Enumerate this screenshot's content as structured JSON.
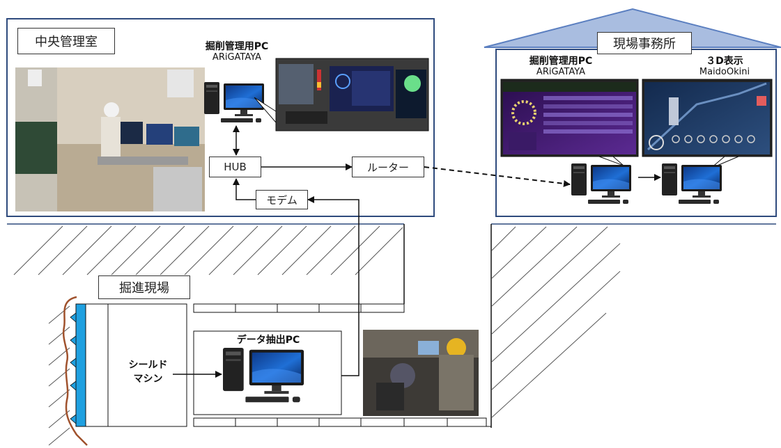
{
  "central_room": {
    "title": "中央管理室",
    "pc_title": "掘削管理用PC",
    "pc_software": "ARiGATAYA",
    "hub": "HUB",
    "router": "ルーター",
    "modem": "モデム"
  },
  "site_office": {
    "title": "現場事務所",
    "pc_title": "掘削管理用PC",
    "pc_software": "ARiGATAYA",
    "display_title": "３D表示",
    "display_software": "MaidoOkini"
  },
  "tunnel": {
    "title": "掘進現場",
    "machine_label": "シールド\nマシン",
    "extract_pc_title": "データ抽出PC"
  },
  "colors": {
    "frame_blue": "#2e4a7d",
    "roof_fill": "#a9bde0",
    "roof_stroke": "#5b7fc0",
    "shield_blue": "#1fa0e0",
    "soil_brown": "#a0522d",
    "hatch": "#555555"
  },
  "icons": [
    "desktop-pc-icon",
    "monitor-icon",
    "photo-control-room",
    "photo-operator"
  ]
}
